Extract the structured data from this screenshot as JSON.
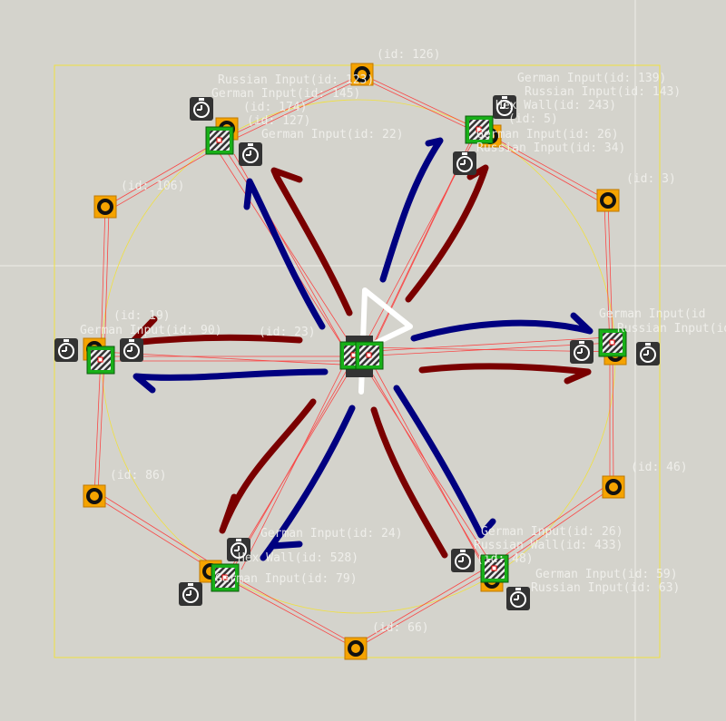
{
  "colors": {
    "background": "#d4d3cc",
    "frame": "#f0e040",
    "link": "#ff3030",
    "arrow_red": "#7a0000",
    "arrow_blue": "#000080",
    "node_orange": "#f5a300",
    "wall_green": "#18b018",
    "timer": "#333333"
  },
  "labels": {
    "top": [
      "(id: 126)",
      "Russian Input(id: 123)",
      "German Input(id: 145)",
      "(id: 174)",
      "(id: 127)",
      "German Input(id: 22)"
    ],
    "top_right": [
      "German Input(id: 139)",
      "Russian Input(id: 143)",
      "Hex Wall(id: 243)",
      "(id: 5)",
      "German Input(id: 26)",
      "Russian Input(id: 34)",
      "(id: 3)"
    ],
    "left": [
      "(id: 106)",
      "(id: 19)",
      "German Input(id: 90)",
      "(id: 23)",
      "(id: 86)"
    ],
    "right": [
      "German Input(id",
      "Russian Input(id",
      "(id: 46)"
    ],
    "bottom_left": [
      "German Input(id: 24)",
      "Hex Wall(id: 528)",
      "German Input(id: 79)",
      "(id: 66)"
    ],
    "bottom_right": [
      "German Input(id: 26)",
      "Russian Wall(id: 433)",
      "(id: 48)",
      "German Input(id: 59)",
      "Russian Input(id: 63)"
    ]
  }
}
